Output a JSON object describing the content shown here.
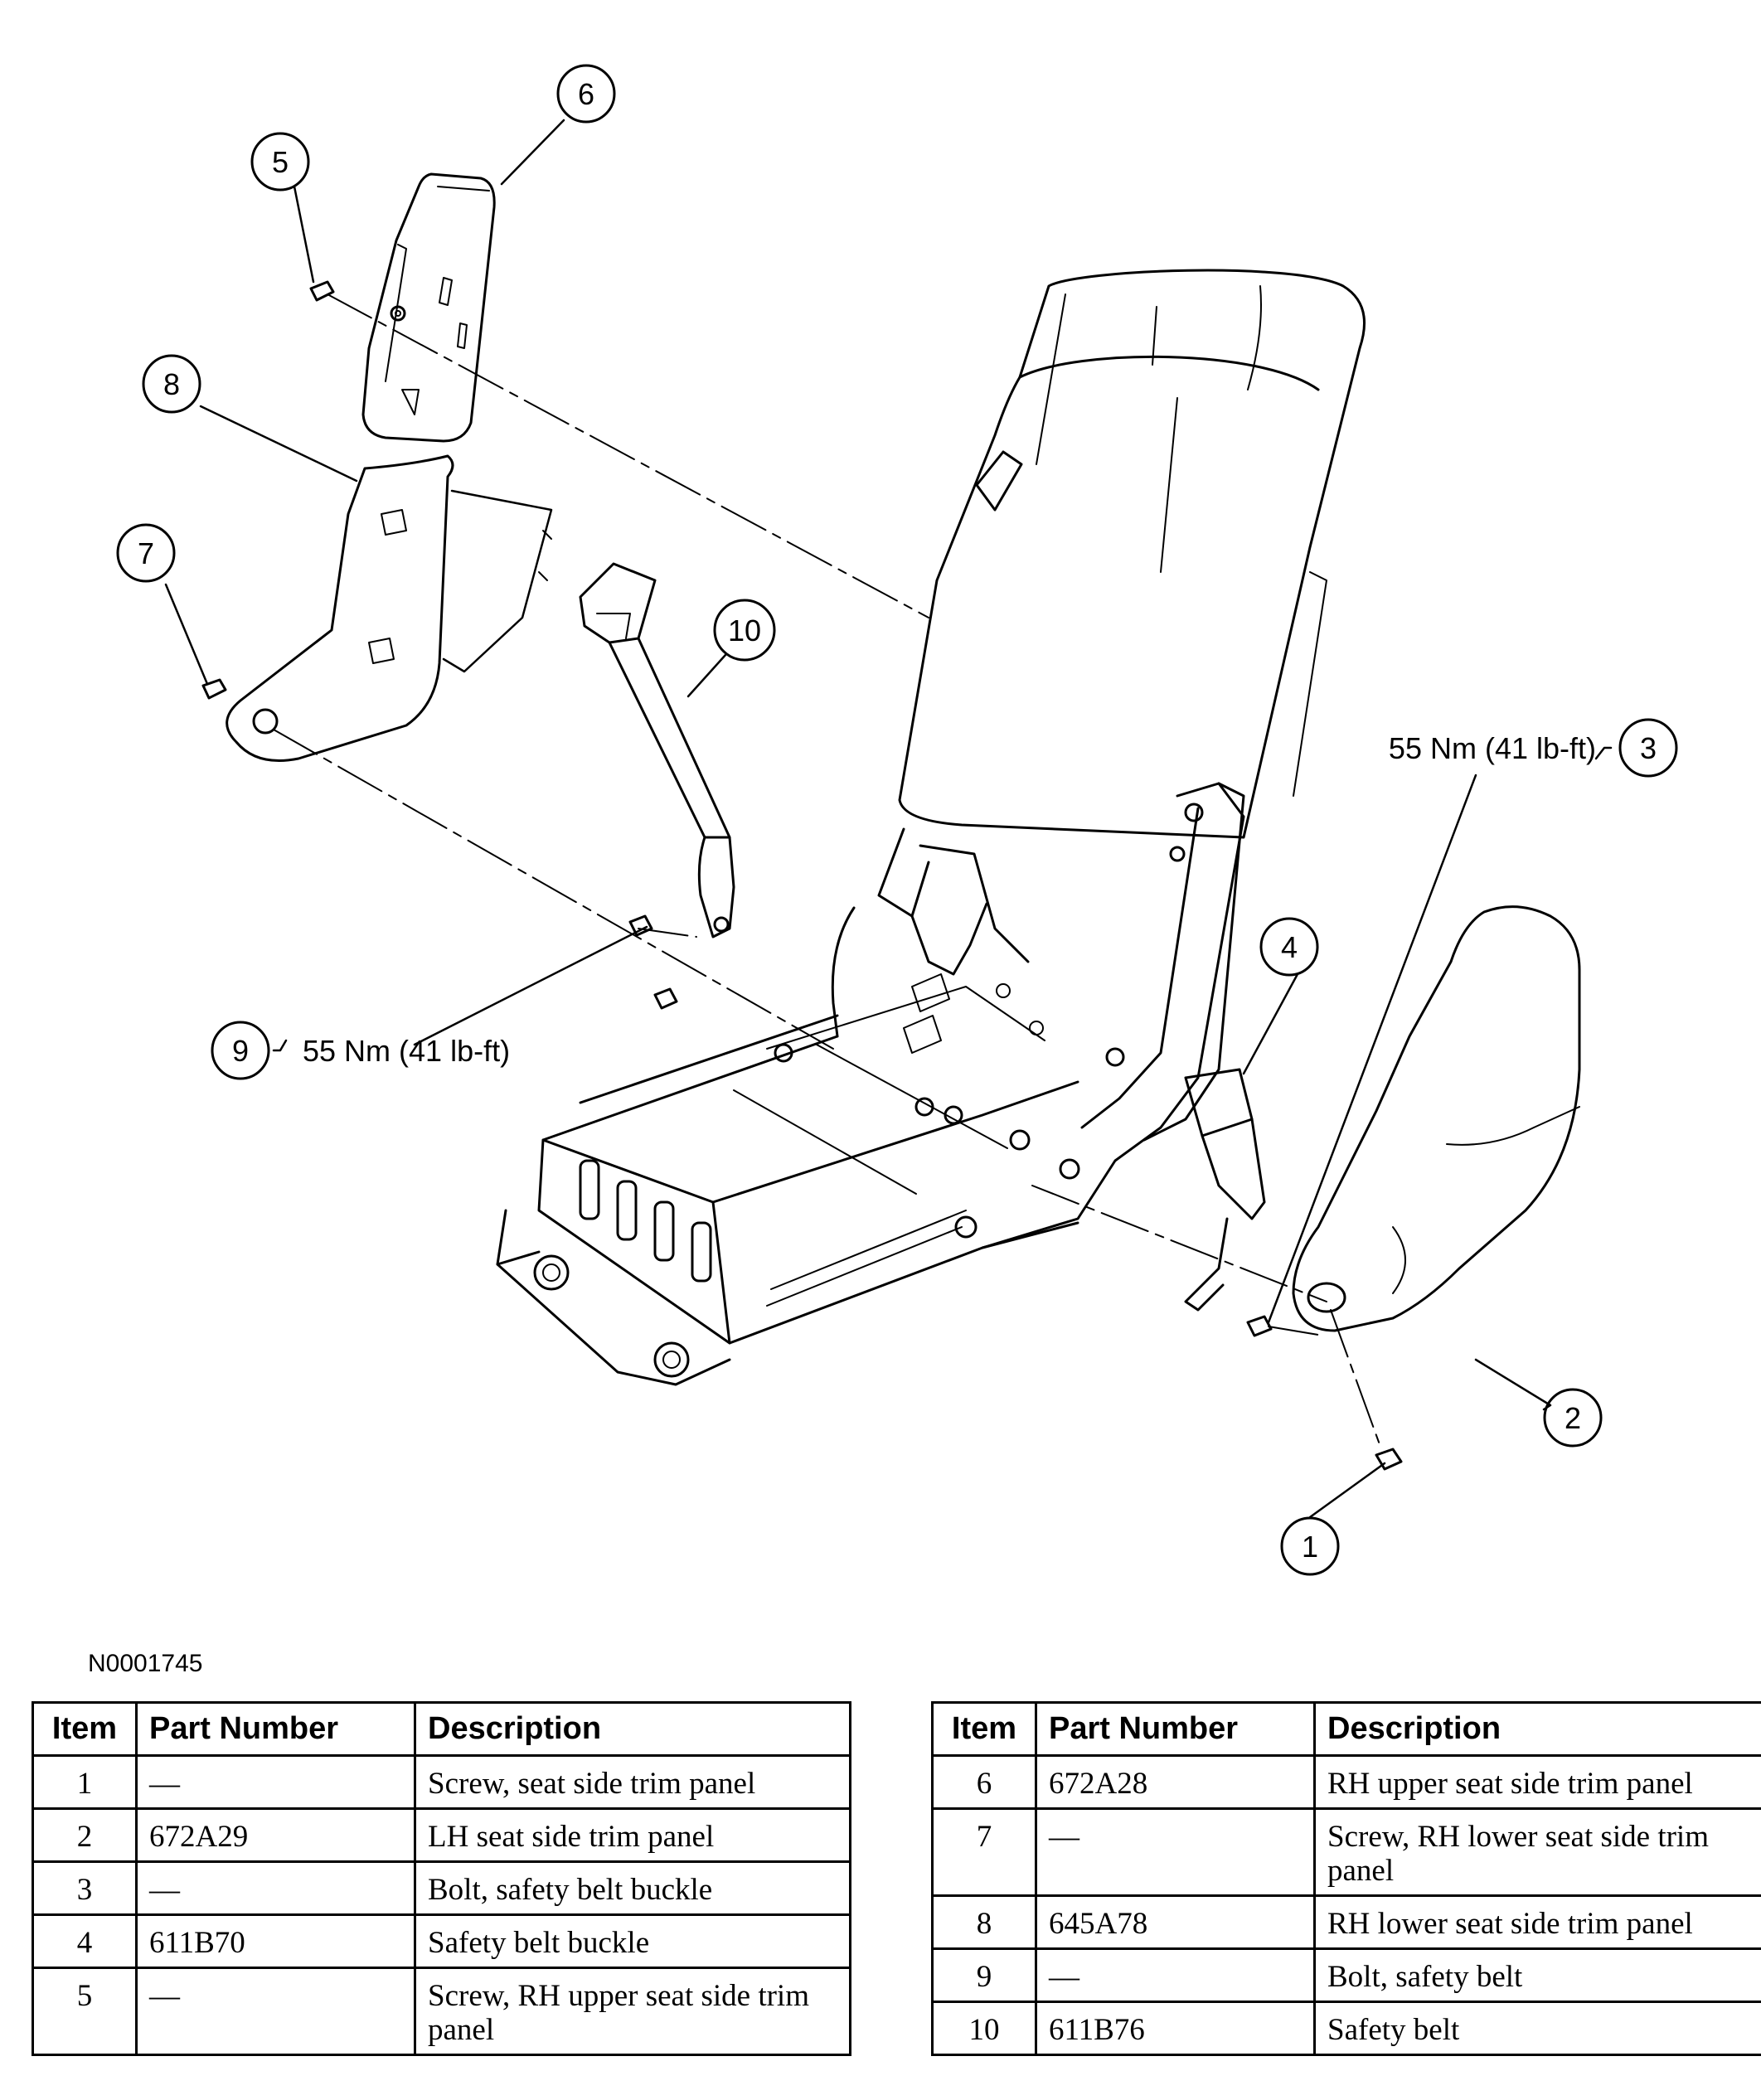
{
  "diagram": {
    "callouts": [
      {
        "label": "1"
      },
      {
        "label": "2"
      },
      {
        "label": "3"
      },
      {
        "label": "4"
      },
      {
        "label": "5"
      },
      {
        "label": "6"
      },
      {
        "label": "7"
      },
      {
        "label": "8"
      },
      {
        "label": "9"
      },
      {
        "label": "10"
      }
    ],
    "torque_3": "55 Nm (41 lb-ft)",
    "torque_9": "55 Nm (41 lb-ft)"
  },
  "reference_code": "N0001745",
  "table": {
    "headers": {
      "item": "Item",
      "part_number": "Part Number",
      "description": "Description"
    },
    "left_rows": [
      {
        "item": "1",
        "part": "—",
        "desc": "Screw, seat side trim panel"
      },
      {
        "item": "2",
        "part": "672A29",
        "desc": "LH seat side trim panel"
      },
      {
        "item": "3",
        "part": "—",
        "desc": "Bolt, safety belt buckle"
      },
      {
        "item": "4",
        "part": "611B70",
        "desc": "Safety belt buckle"
      },
      {
        "item": "5",
        "part": "—",
        "desc": "Screw, RH upper seat side trim panel"
      }
    ],
    "right_rows": [
      {
        "item": "6",
        "part": "672A28",
        "desc": "RH upper seat side trim panel"
      },
      {
        "item": "7",
        "part": "—",
        "desc": "Screw, RH lower seat side trim panel"
      },
      {
        "item": "8",
        "part": "645A78",
        "desc": "RH lower seat side trim panel"
      },
      {
        "item": "9",
        "part": "—",
        "desc": "Bolt, safety belt"
      },
      {
        "item": "10",
        "part": "611B76",
        "desc": "Safety belt"
      }
    ]
  }
}
